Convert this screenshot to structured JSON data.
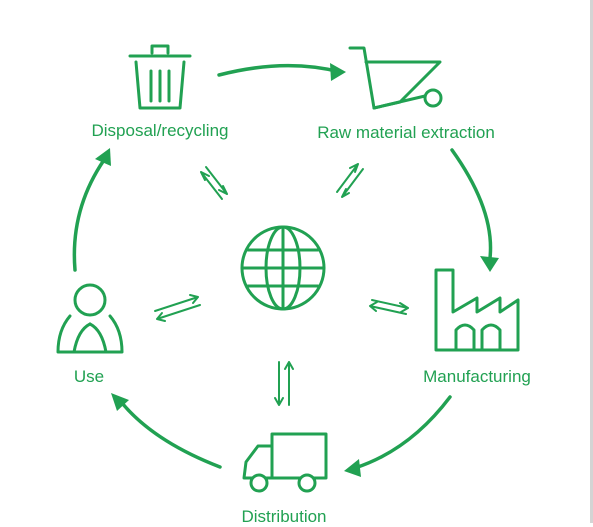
{
  "colors": {
    "accent": "#21a152",
    "background": "#ffffff"
  },
  "nodes": {
    "disposal": {
      "label": "Disposal/recycling",
      "icon": "trash-can-icon"
    },
    "raw_material": {
      "label": "Raw material extraction",
      "icon": "wheelbarrow-icon"
    },
    "manufacturing": {
      "label": "Manufacturing",
      "icon": "factory-icon"
    },
    "distribution": {
      "label": "Distribution",
      "icon": "delivery-truck-icon"
    },
    "use": {
      "label": "Use",
      "icon": "person-icon"
    }
  },
  "center": {
    "icon": "globe-icon"
  },
  "cycle_order": [
    "raw_material",
    "manufacturing",
    "distribution",
    "use",
    "disposal"
  ],
  "flow_direction": "clockwise",
  "exchange_arrows": "bidirectional between globe and each stage"
}
